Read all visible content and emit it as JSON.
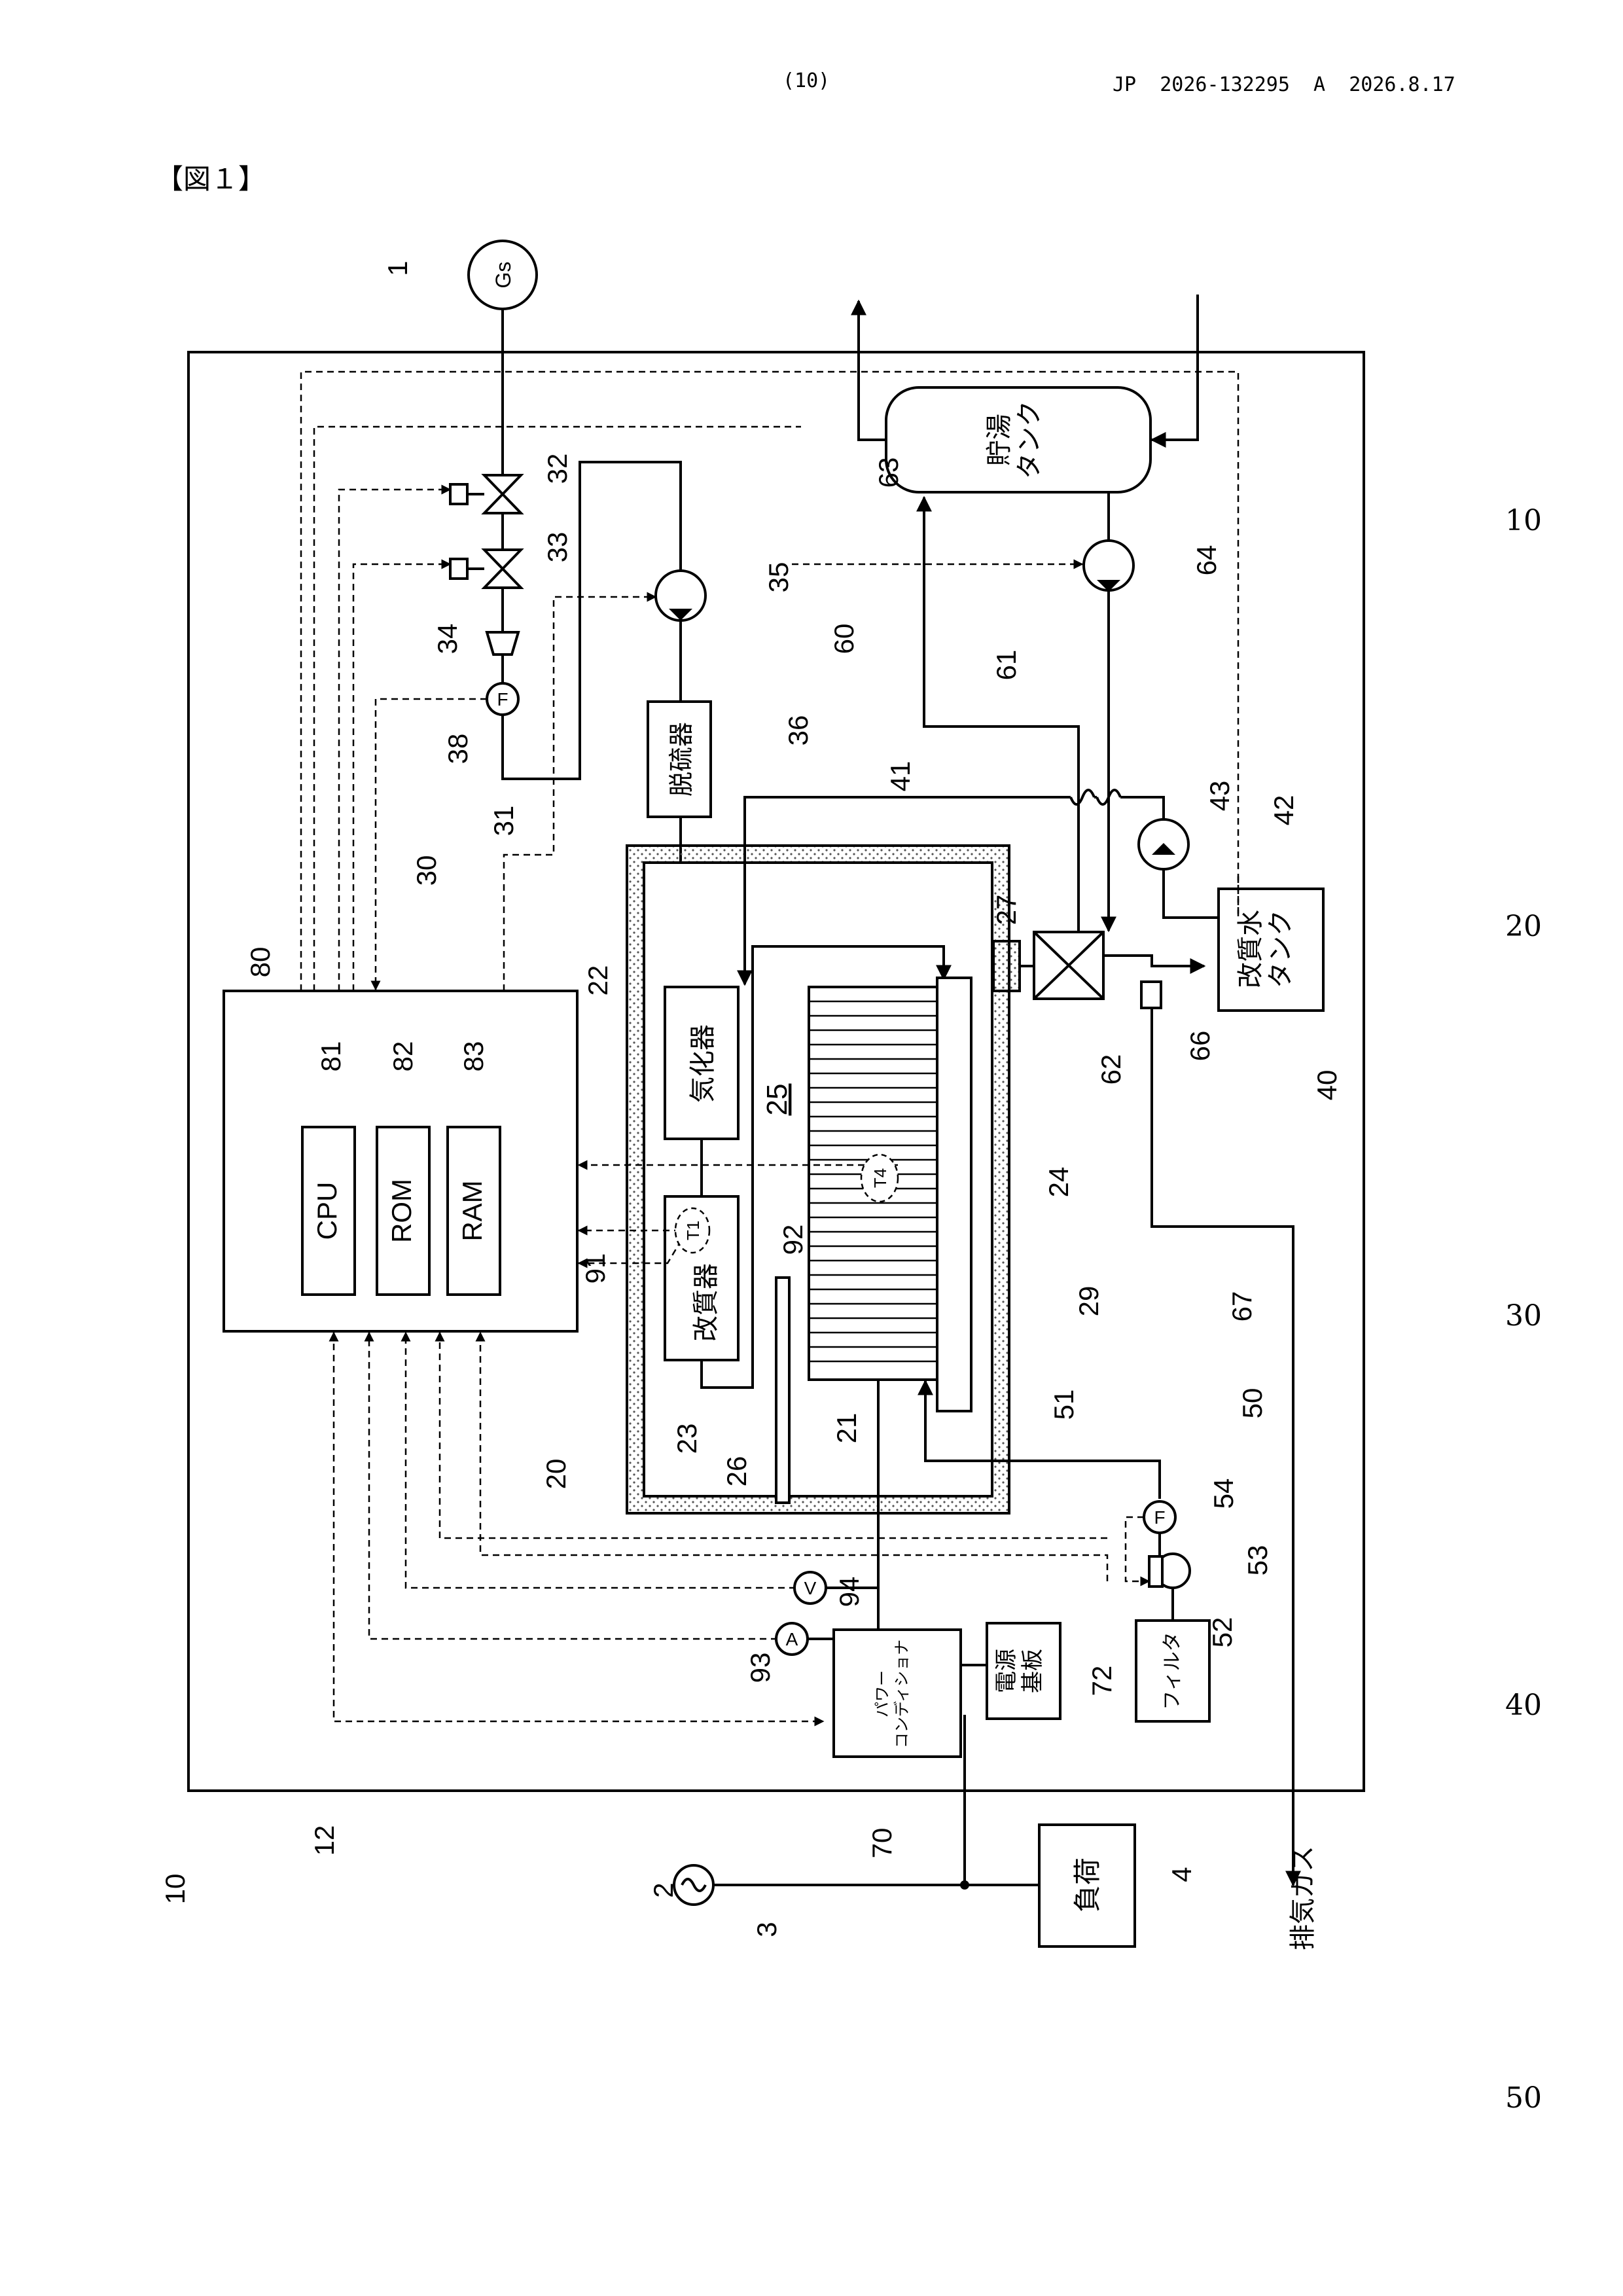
{
  "header": {
    "page_number": "(10)",
    "publication": "JP  2026-132295  A  2026.8.17"
  },
  "figure_label": "【図１】",
  "line_numbers": [
    "10",
    "20",
    "30",
    "40",
    "50"
  ],
  "components": {
    "gas_source": "Gs",
    "desulfurizer": "脱硫器",
    "vaporizer": "気化器",
    "reformer": "改質器",
    "stack_number": "25",
    "hot_water_tank": "貯湯\nタンク",
    "reform_water_tank": "改質水\nタンク",
    "cpu": "CPU",
    "rom": "ROM",
    "ram": "RAM",
    "power_conditioner": "パワー\nコンディショナ",
    "power_board": "電源\n基板",
    "filter": "フィルタ",
    "load": "負荷",
    "exhaust_gas": "排気ガス",
    "sensor_t1": "T1",
    "sensor_t4": "T4",
    "flow_meter": "F",
    "voltmeter": "V",
    "ammeter": "A"
  },
  "reference_numerals": [
    "1",
    "2",
    "3",
    "4",
    "10",
    "12",
    "20",
    "21",
    "22",
    "23",
    "24",
    "26",
    "27",
    "29",
    "30",
    "31",
    "32",
    "33",
    "34",
    "35",
    "36",
    "38",
    "40",
    "41",
    "42",
    "43",
    "50",
    "51",
    "52",
    "53",
    "54",
    "60",
    "61",
    "62",
    "63",
    "64",
    "66",
    "67",
    "70",
    "72",
    "80",
    "81",
    "82",
    "83",
    "91",
    "92",
    "93",
    "94"
  ]
}
